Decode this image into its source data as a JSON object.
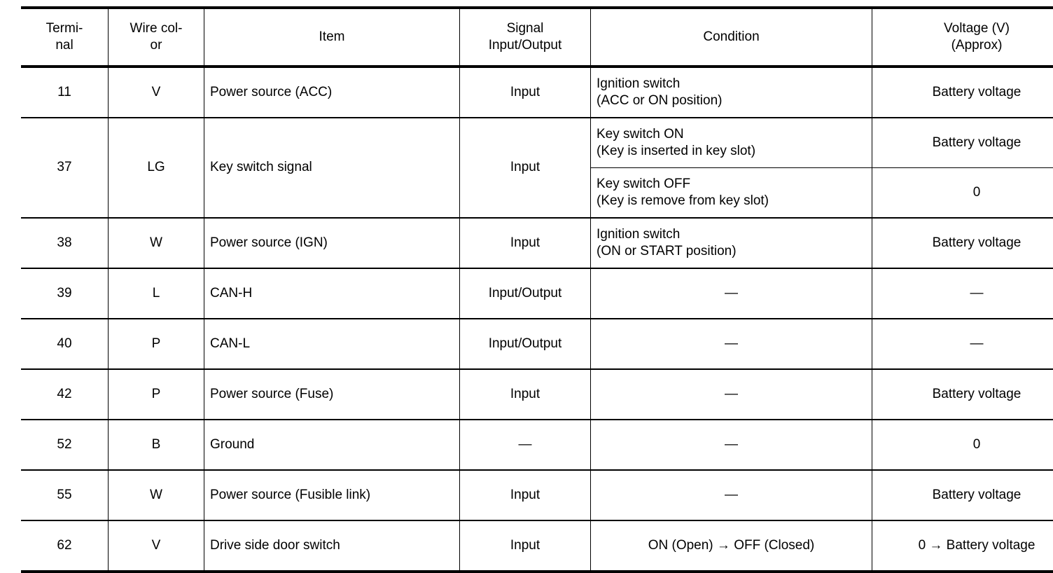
{
  "table": {
    "headers": [
      "Termi-\nnal",
      "Wire col-\nor",
      "Item",
      "Signal\nInput/Output",
      "Condition",
      "Voltage (V)\n(Approx)"
    ],
    "rows": [
      {
        "terminal": "11",
        "wire_color": "V",
        "item": "Power source (ACC)",
        "signal": "Input",
        "conditions": [
          {
            "condition": "Ignition switch\n(ACC or ON position)",
            "voltage": "Battery voltage",
            "condition_align": "left"
          }
        ]
      },
      {
        "terminal": "37",
        "wire_color": "LG",
        "item": "Key switch signal",
        "signal": "Input",
        "conditions": [
          {
            "condition": "Key switch ON\n(Key is inserted in key slot)",
            "voltage": "Battery voltage",
            "condition_align": "left"
          },
          {
            "condition": "Key switch OFF\n(Key is remove from key slot)",
            "voltage": "0",
            "condition_align": "left"
          }
        ]
      },
      {
        "terminal": "38",
        "wire_color": "W",
        "item": "Power source (IGN)",
        "signal": "Input",
        "conditions": [
          {
            "condition": "Ignition switch\n(ON or START position)",
            "voltage": "Battery voltage",
            "condition_align": "left"
          }
        ]
      },
      {
        "terminal": "39",
        "wire_color": "L",
        "item": "CAN-H",
        "signal": "Input/Output",
        "conditions": [
          {
            "condition": "—",
            "voltage": "—",
            "condition_align": "center"
          }
        ]
      },
      {
        "terminal": "40",
        "wire_color": "P",
        "item": "CAN-L",
        "signal": "Input/Output",
        "conditions": [
          {
            "condition": "—",
            "voltage": "—",
            "condition_align": "center"
          }
        ]
      },
      {
        "terminal": "42",
        "wire_color": "P",
        "item": "Power source (Fuse)",
        "signal": "Input",
        "conditions": [
          {
            "condition": "—",
            "voltage": "Battery voltage",
            "condition_align": "center"
          }
        ]
      },
      {
        "terminal": "52",
        "wire_color": "B",
        "item": "Ground",
        "signal": "—",
        "conditions": [
          {
            "condition": "—",
            "voltage": "0",
            "condition_align": "center"
          }
        ]
      },
      {
        "terminal": "55",
        "wire_color": "W",
        "item": "Power source (Fusible link)",
        "signal": "Input",
        "conditions": [
          {
            "condition": "—",
            "voltage": "Battery voltage",
            "condition_align": "center"
          }
        ]
      },
      {
        "terminal": "62",
        "wire_color": "V",
        "item": "Drive side door switch",
        "signal": "Input",
        "conditions": [
          {
            "condition": "ON (Open) → OFF (Closed)",
            "voltage": "0 → Battery voltage",
            "condition_align": "center"
          }
        ]
      }
    ]
  },
  "colors": {
    "rule": "#000000",
    "background": "#ffffff",
    "text": "#000000"
  }
}
